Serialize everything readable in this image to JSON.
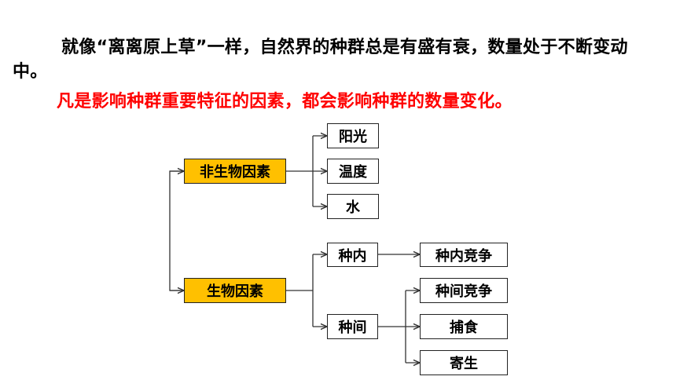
{
  "text": {
    "intro": "就像“离离原上草”一样，自然界的种群总是有盛有衰，数量处于不断变动中。",
    "highlight": "凡是影响种群重要特征的因素，都会影响种群的数量变化。"
  },
  "diagram": {
    "abiotic": "非生物因素",
    "sunlight": "阳光",
    "temperature": "温度",
    "water": "水",
    "biotic": "生物因素",
    "intraspecific": "种内",
    "intraspecific_competition": "种内竞争",
    "interspecific": "种间",
    "interspecific_competition": "种间竞争",
    "predation": "捕食",
    "parasitism": "寄生"
  },
  "colors": {
    "highlight_text": "#ff0000",
    "main_box_fill": "#ffc000",
    "line": "#333333"
  }
}
